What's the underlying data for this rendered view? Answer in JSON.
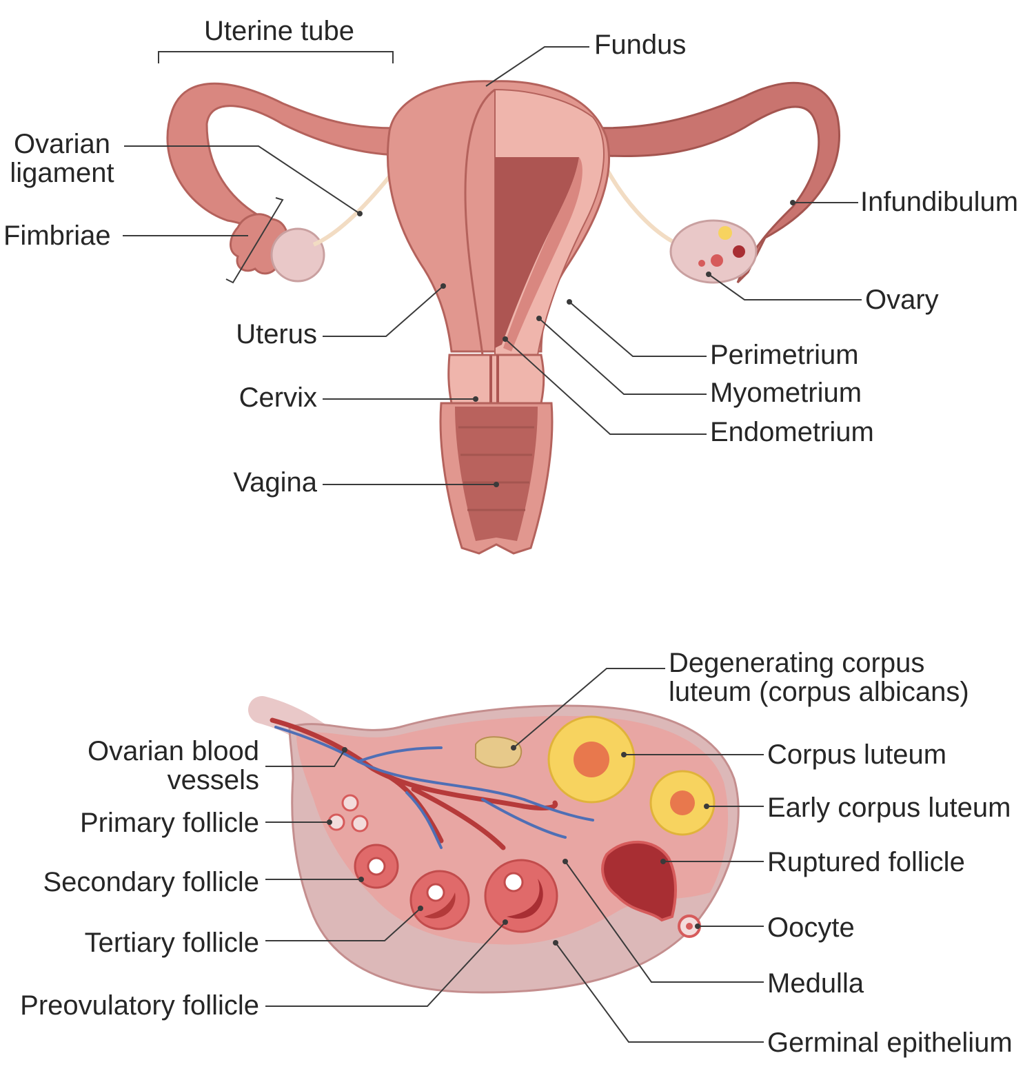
{
  "colors": {
    "uterus_body": "#e1978f",
    "uterus_dark": "#c9746f",
    "uterus_light": "#efb5ac",
    "cavity": "#ad5552",
    "vagina": "#b9625d",
    "tube": "#d98780",
    "ovary": "#e9c8c8",
    "ligament": "#f2dcc3",
    "ovary_cortex": "#e8a6a3",
    "ovary_medulla": "#dcb8b8",
    "corpus_luteum": "#f7d35f",
    "luteum_core": "#e8784d",
    "artery": "#b63a3a",
    "vein": "#4f6fb5",
    "follicle": "#d65b5b",
    "ruptured": "#a82e33",
    "albicans": "#e7c98a"
  },
  "uterus_diagram": {
    "labels": {
      "uterine_tube": "Uterine tube",
      "fundus": "Fundus",
      "ovarian_ligament_line1": "Ovarian",
      "ovarian_ligament_line2": "ligament",
      "fimbriae": "Fimbriae",
      "infundibulum": "Infundibulum",
      "ovary": "Ovary",
      "uterus": "Uterus",
      "cervix": "Cervix",
      "vagina": "Vagina",
      "perimetrium": "Perimetrium",
      "myometrium": "Myometrium",
      "endometrium": "Endometrium"
    }
  },
  "ovary_diagram": {
    "labels": {
      "degenerating_line1": "Degenerating corpus",
      "degenerating_line2": "luteum (corpus albicans)",
      "ovarian_vessels_line1": "Ovarian blood",
      "ovarian_vessels_line2": "vessels",
      "corpus_luteum": "Corpus luteum",
      "primary_follicle": "Primary follicle",
      "early_corpus_luteum": "Early corpus luteum",
      "secondary_follicle": "Secondary follicle",
      "ruptured_follicle": "Ruptured follicle",
      "tertiary_follicle": "Tertiary follicle",
      "oocyte": "Oocyte",
      "medulla": "Medulla",
      "preovulatory_follicle": "Preovulatory follicle",
      "germinal_epithelium": "Germinal epithelium"
    }
  }
}
